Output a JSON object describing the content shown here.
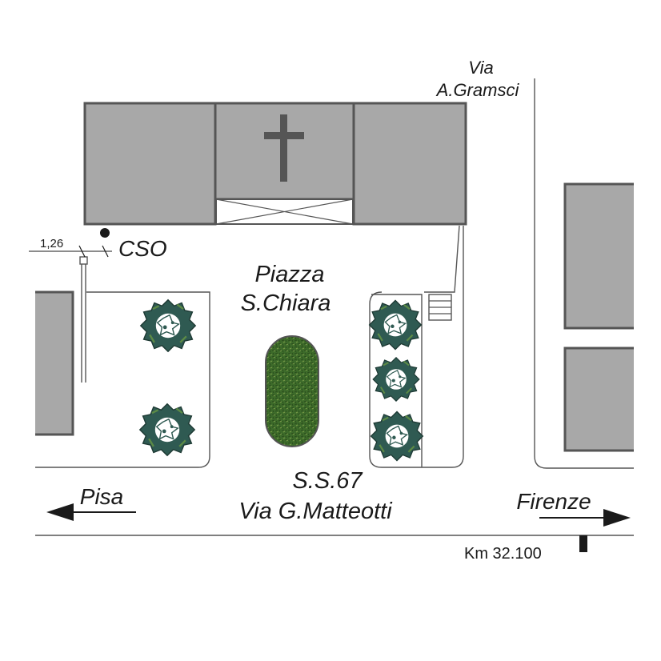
{
  "labels": {
    "via_gramsci_line1": "Via",
    "via_gramsci_line2": "A.Gramsci",
    "piazza_line1": "Piazza",
    "piazza_line2": "S.Chiara",
    "cso": "CSO",
    "dimension": "1,26",
    "ss67": "S.S.67",
    "via_matteotti": "Via G.Matteotti",
    "pisa": "Pisa",
    "firenze": "Firenze",
    "km": "Km 32.100"
  },
  "colors": {
    "building": "#a8a8a8",
    "outline": "#555555",
    "lawn": "#3d6b2a",
    "shrub_dark": "#2f5a52",
    "shrub_light": "#5c8a46",
    "text": "#1a1a1a"
  },
  "icons": {
    "church": "cross-icon",
    "shrub": "shrub-icon",
    "sensor": "station-dot-icon",
    "km_marker": "km-marker-icon"
  }
}
